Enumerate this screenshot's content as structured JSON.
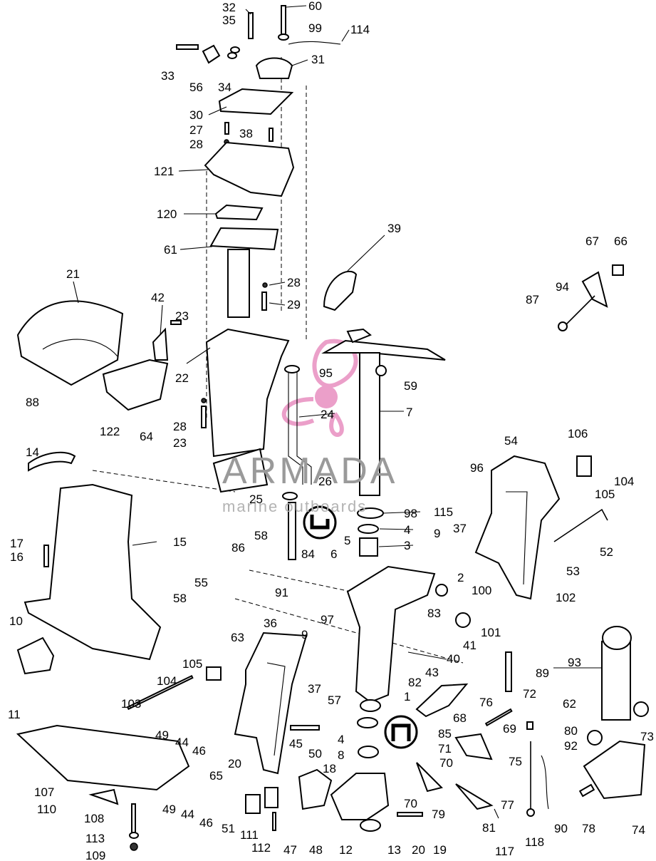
{
  "watermark": {
    "brand": "ARMADA",
    "tagline": "marine outboards",
    "accent_color": "#e88fc0"
  },
  "callouts": [
    {
      "n": "32"
    },
    {
      "n": "35"
    },
    {
      "n": "60"
    },
    {
      "n": "99"
    },
    {
      "n": "114"
    },
    {
      "n": "31"
    },
    {
      "n": "33"
    },
    {
      "n": "56"
    },
    {
      "n": "34"
    },
    {
      "n": "30"
    },
    {
      "n": "27"
    },
    {
      "n": "38"
    },
    {
      "n": "28"
    },
    {
      "n": "121"
    },
    {
      "n": "120"
    },
    {
      "n": "61"
    },
    {
      "n": "39"
    },
    {
      "n": "28"
    },
    {
      "n": "29"
    },
    {
      "n": "67"
    },
    {
      "n": "66"
    },
    {
      "n": "94"
    },
    {
      "n": "87"
    },
    {
      "n": "21"
    },
    {
      "n": "42"
    },
    {
      "n": "23"
    },
    {
      "n": "22"
    },
    {
      "n": "95"
    },
    {
      "n": "59"
    },
    {
      "n": "7"
    },
    {
      "n": "24"
    },
    {
      "n": "88"
    },
    {
      "n": "28"
    },
    {
      "n": "64"
    },
    {
      "n": "23"
    },
    {
      "n": "122"
    },
    {
      "n": "14"
    },
    {
      "n": "54"
    },
    {
      "n": "106"
    },
    {
      "n": "96"
    },
    {
      "n": "104"
    },
    {
      "n": "105"
    },
    {
      "n": "26"
    },
    {
      "n": "25"
    },
    {
      "n": "98"
    },
    {
      "n": "115"
    },
    {
      "n": "4"
    },
    {
      "n": "5"
    },
    {
      "n": "3"
    },
    {
      "n": "9"
    },
    {
      "n": "37"
    },
    {
      "n": "52"
    },
    {
      "n": "17"
    },
    {
      "n": "16"
    },
    {
      "n": "15"
    },
    {
      "n": "58"
    },
    {
      "n": "86"
    },
    {
      "n": "6"
    },
    {
      "n": "84"
    },
    {
      "n": "53"
    },
    {
      "n": "2"
    },
    {
      "n": "55"
    },
    {
      "n": "91"
    },
    {
      "n": "100"
    },
    {
      "n": "102"
    },
    {
      "n": "58"
    },
    {
      "n": "63"
    },
    {
      "n": "97"
    },
    {
      "n": "83"
    },
    {
      "n": "101"
    },
    {
      "n": "41"
    },
    {
      "n": "36"
    },
    {
      "n": "10"
    },
    {
      "n": "9"
    },
    {
      "n": "40"
    },
    {
      "n": "93"
    },
    {
      "n": "105"
    },
    {
      "n": "43"
    },
    {
      "n": "89"
    },
    {
      "n": "104"
    },
    {
      "n": "37"
    },
    {
      "n": "57"
    },
    {
      "n": "82"
    },
    {
      "n": "1"
    },
    {
      "n": "72"
    },
    {
      "n": "103"
    },
    {
      "n": "76"
    },
    {
      "n": "62"
    },
    {
      "n": "11"
    },
    {
      "n": "68"
    },
    {
      "n": "69"
    },
    {
      "n": "80"
    },
    {
      "n": "49"
    },
    {
      "n": "44"
    },
    {
      "n": "46"
    },
    {
      "n": "4"
    },
    {
      "n": "45"
    },
    {
      "n": "50"
    },
    {
      "n": "85"
    },
    {
      "n": "73"
    },
    {
      "n": "65"
    },
    {
      "n": "8"
    },
    {
      "n": "71"
    },
    {
      "n": "92"
    },
    {
      "n": "20"
    },
    {
      "n": "70"
    },
    {
      "n": "75"
    },
    {
      "n": "18"
    },
    {
      "n": "107"
    },
    {
      "n": "110"
    },
    {
      "n": "49"
    },
    {
      "n": "44"
    },
    {
      "n": "46"
    },
    {
      "n": "70"
    },
    {
      "n": "79"
    },
    {
      "n": "77"
    },
    {
      "n": "108"
    },
    {
      "n": "51"
    },
    {
      "n": "111"
    },
    {
      "n": "81"
    },
    {
      "n": "90"
    },
    {
      "n": "78"
    },
    {
      "n": "74"
    },
    {
      "n": "113"
    },
    {
      "n": "112"
    },
    {
      "n": "47"
    },
    {
      "n": "48"
    },
    {
      "n": "12"
    },
    {
      "n": "13"
    },
    {
      "n": "20"
    },
    {
      "n": "19"
    },
    {
      "n": "117"
    },
    {
      "n": "118"
    },
    {
      "n": "109"
    }
  ]
}
